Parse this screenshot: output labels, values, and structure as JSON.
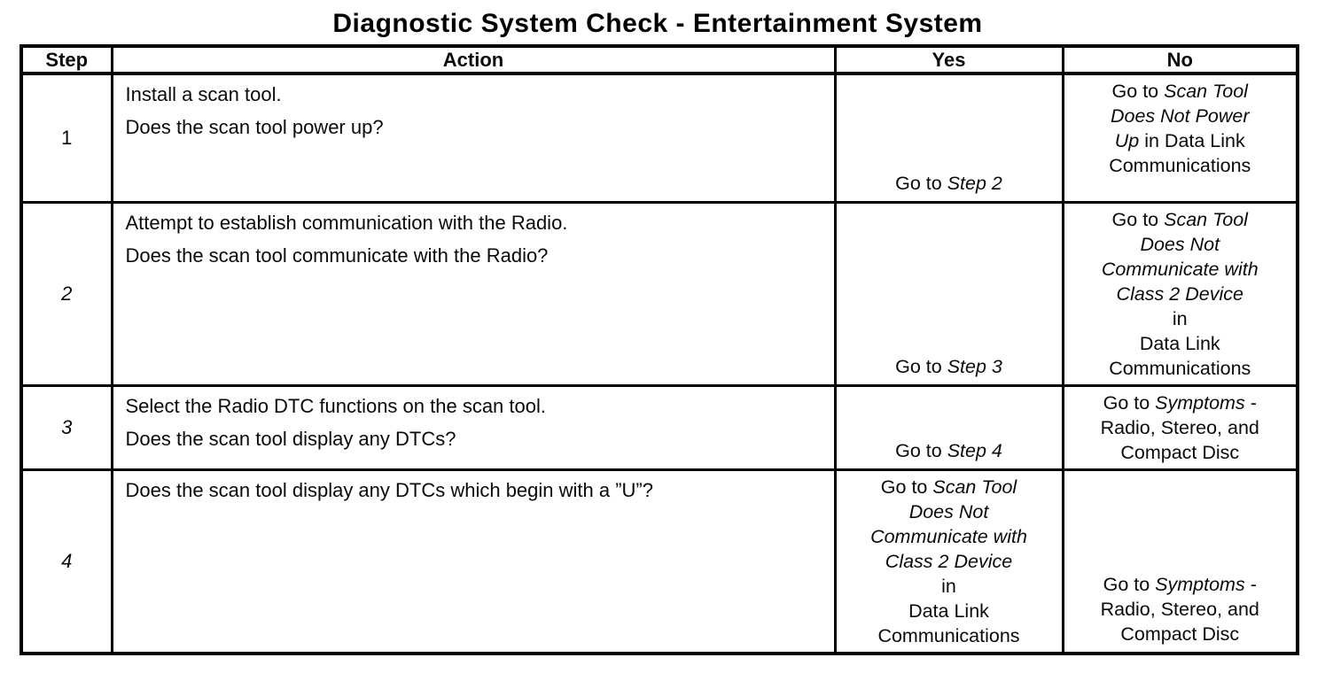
{
  "title": "Diagnostic System Check - Entertainment System",
  "colors": {
    "background": "#ffffff",
    "text": "#000000",
    "border": "#000000"
  },
  "table": {
    "headers": [
      "Step",
      "Action",
      "Yes",
      "No"
    ],
    "rows": [
      {
        "step": "1",
        "step_italic": false,
        "action": [
          "Install a scan tool.",
          "Does the scan tool power up?"
        ],
        "yes": {
          "valign": "bottom",
          "lines": [
            [
              {
                "t": "Go to ",
                "i": false
              },
              {
                "t": "Step 2",
                "i": true
              }
            ]
          ]
        },
        "no": {
          "valign": "top",
          "lines": [
            [
              {
                "t": "Go to ",
                "i": false
              },
              {
                "t": "Scan Tool",
                "i": true
              }
            ],
            [
              {
                "t": "Does Not Power",
                "i": true
              }
            ],
            [
              {
                "t": "Up",
                "i": true
              },
              {
                "t": " in Data Link",
                "i": false
              }
            ],
            [
              {
                "t": "Communications",
                "i": false
              }
            ]
          ]
        }
      },
      {
        "step": "2",
        "step_italic": true,
        "action": [
          "Attempt to establish communication with the Radio.",
          "Does the scan tool communicate with the Radio?"
        ],
        "yes": {
          "valign": "bottom",
          "lines": [
            [
              {
                "t": "Go to ",
                "i": false
              },
              {
                "t": "Step 3",
                "i": true
              }
            ]
          ]
        },
        "no": {
          "valign": "top",
          "lines": [
            [
              {
                "t": "Go to ",
                "i": false
              },
              {
                "t": "Scan Tool",
                "i": true
              }
            ],
            [
              {
                "t": "Does Not",
                "i": true
              }
            ],
            [
              {
                "t": "Communicate with",
                "i": true
              }
            ],
            [
              {
                "t": "Class 2 Device",
                "i": true
              }
            ],
            [
              {
                "t": "in",
                "i": false
              }
            ],
            [
              {
                "t": "Data Link",
                "i": false
              }
            ],
            [
              {
                "t": "Communications",
                "i": false
              }
            ]
          ]
        }
      },
      {
        "step": "3",
        "step_italic": true,
        "action": [
          "Select the Radio DTC functions on the scan tool.",
          "Does the scan tool display any DTCs?"
        ],
        "yes": {
          "valign": "bottom",
          "lines": [
            [
              {
                "t": "Go to ",
                "i": false
              },
              {
                "t": "Step 4",
                "i": true
              }
            ]
          ]
        },
        "no": {
          "valign": "top",
          "lines": [
            [
              {
                "t": "Go to ",
                "i": false
              },
              {
                "t": "Symptoms",
                "i": true
              },
              {
                "t": " -",
                "i": false
              }
            ],
            [
              {
                "t": "Radio, Stereo, and",
                "i": false
              }
            ],
            [
              {
                "t": "Compact Disc",
                "i": false
              }
            ]
          ]
        }
      },
      {
        "step": "4",
        "step_italic": true,
        "action": [
          "Does the scan tool display any DTCs which begin with a ”U”?"
        ],
        "yes": {
          "valign": "top",
          "lines": [
            [
              {
                "t": "Go to ",
                "i": false
              },
              {
                "t": "Scan Tool",
                "i": true
              }
            ],
            [
              {
                "t": "Does Not",
                "i": true
              }
            ],
            [
              {
                "t": "Communicate with",
                "i": true
              }
            ],
            [
              {
                "t": "Class 2 Device",
                "i": true
              }
            ],
            [
              {
                "t": "in",
                "i": false
              }
            ],
            [
              {
                "t": "Data Link",
                "i": false
              }
            ],
            [
              {
                "t": "Communications",
                "i": false
              }
            ]
          ]
        },
        "no": {
          "valign": "bottom",
          "lines": [
            [
              {
                "t": "Go to ",
                "i": false
              },
              {
                "t": "Symptoms",
                "i": true
              },
              {
                "t": " -",
                "i": false
              }
            ],
            [
              {
                "t": "Radio, Stereo, and",
                "i": false
              }
            ],
            [
              {
                "t": "Compact Disc",
                "i": false
              }
            ]
          ]
        }
      }
    ]
  }
}
